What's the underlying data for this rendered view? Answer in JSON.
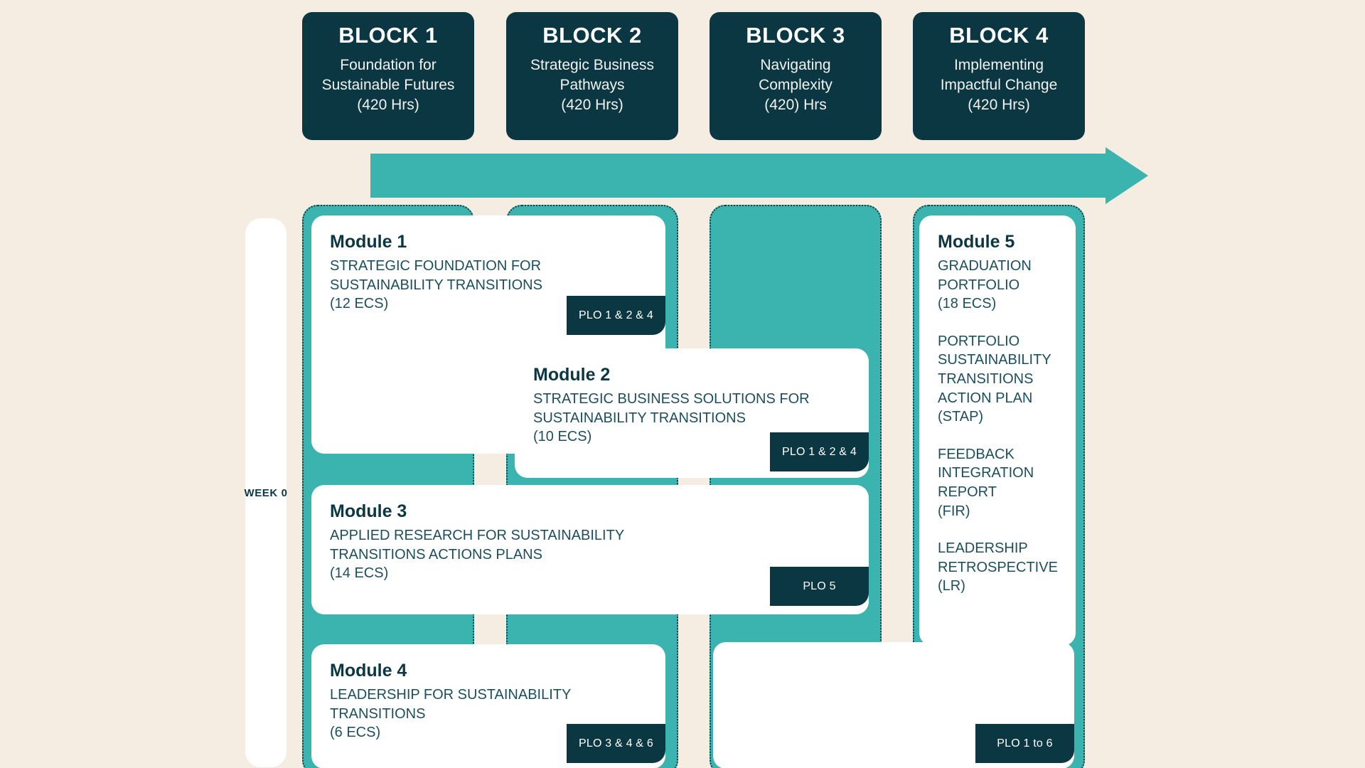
{
  "theme": {
    "background": "#F5EDE2",
    "dark_navy": "#0B3743",
    "teal": "#3BB3AE",
    "card_white": "#FFFFFF",
    "body_text": "#1C4F5E"
  },
  "blocks": [
    {
      "title": "BLOCK 1",
      "subtitle": "Foundation for\nSustainable Futures\n(420 Hrs)"
    },
    {
      "title": "BLOCK 2",
      "subtitle": "Strategic Business\nPathways\n(420 Hrs)"
    },
    {
      "title": "BLOCK 3",
      "subtitle": "Navigating\nComplexity\n(420) Hrs"
    },
    {
      "title": "BLOCK 4",
      "subtitle": "Implementing\nImpactful Change\n(420 Hrs)"
    }
  ],
  "timeline": {
    "week_label": "WEEK 0",
    "arrow_icon": "right-arrow-icon"
  },
  "modules": {
    "module1": {
      "name": "Module 1",
      "description": "STRATEGIC FOUNDATION FOR\nSUSTAINABILITY TRANSITIONS",
      "ecs": "(12 ECs)",
      "plo": "PLO 1 & 2 & 4"
    },
    "module2": {
      "name": "Module 2",
      "description": "STRATEGIC BUSINESS SOLUTIONS FOR\nSUSTAINABILITY TRANSITIONS",
      "ecs": "(10 ECs)",
      "plo": "PLO 1 & 2 & 4"
    },
    "module3": {
      "name": "Module 3",
      "description": "APPLIED RESEARCH FOR SUSTAINABILITY\nTRANSITIONS ACTIONS PLANS",
      "ecs": "(14 ECs)",
      "plo": "PLO 5"
    },
    "module4": {
      "name": "Module 4",
      "description": "LEADERSHIP FOR SUSTAINABILITY\nTRANSITIONS",
      "ecs": "(6 ECs)",
      "plo": "PLO 3 & 4 & 6"
    },
    "module5": {
      "name": "Module 5",
      "section1": "GRADUATION\nPORTFOLIO\n(18 ECs)",
      "section2": "PORTFOLIO\nSUSTAINABILITY\nTRANSITIONS\nACTION PLAN\n(STAP)",
      "section3": "FEEDBACK\nINTEGRATION\nREPORT\n(FIR)",
      "section4": "LEADERSHIP\nRETROSPECTIVE\n(LR)",
      "plo": "PLO 1 to 6"
    }
  }
}
